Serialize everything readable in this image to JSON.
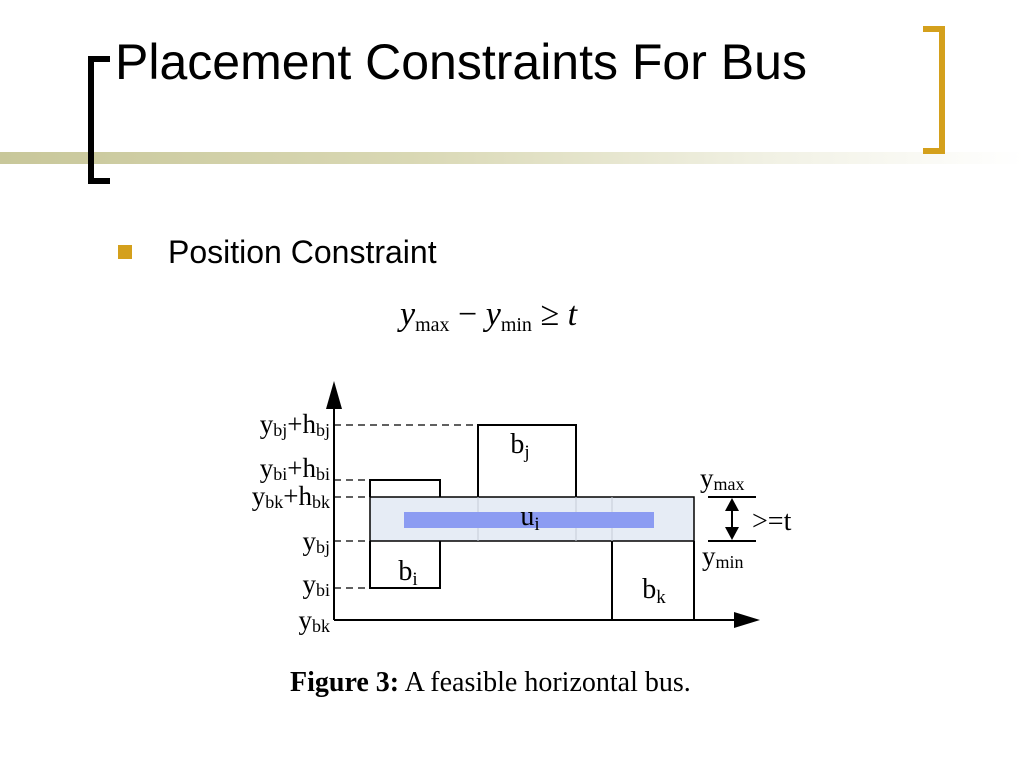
{
  "slide": {
    "title": "Placement Constraints For Bus",
    "bullet": "Position Constraint",
    "formula": {
      "y": "y",
      "sub_max": "max",
      "minus": "−",
      "sub_min": "min",
      "geq": "≥",
      "t": "t"
    },
    "diagram": {
      "labels": {
        "ybj_hbj": {
          "a": "y",
          "as": "bj",
          "p": "+h",
          "bs": "bj"
        },
        "ybi_hbi": {
          "a": "y",
          "as": "bi",
          "p": "+h",
          "bs": "bi"
        },
        "ybk_hbk": {
          "a": "y",
          "as": "bk",
          "p": "+h",
          "bs": "bk"
        },
        "ybj": {
          "a": "y",
          "as": "bj"
        },
        "ybi": {
          "a": "y",
          "as": "bi"
        },
        "ybk": {
          "a": "y",
          "as": "bk"
        }
      },
      "block_bj": {
        "main": "b",
        "sub": "j"
      },
      "block_bi": {
        "main": "b",
        "sub": "i"
      },
      "block_bk": {
        "main": "b",
        "sub": "k"
      },
      "bus_ui": {
        "main": "u",
        "sub": "i"
      },
      "ymax": {
        "main": "y",
        "sub": "max"
      },
      "ymin": {
        "main": "y",
        "sub": "min"
      },
      "threshold": ">=t"
    },
    "caption": {
      "label": "Figure 3:",
      "text": "A feasible horizontal bus."
    },
    "colors": {
      "accent": "#d4a01c",
      "bus_fill": "#e6ecf5",
      "bus_line": "#8c9cf2"
    }
  }
}
